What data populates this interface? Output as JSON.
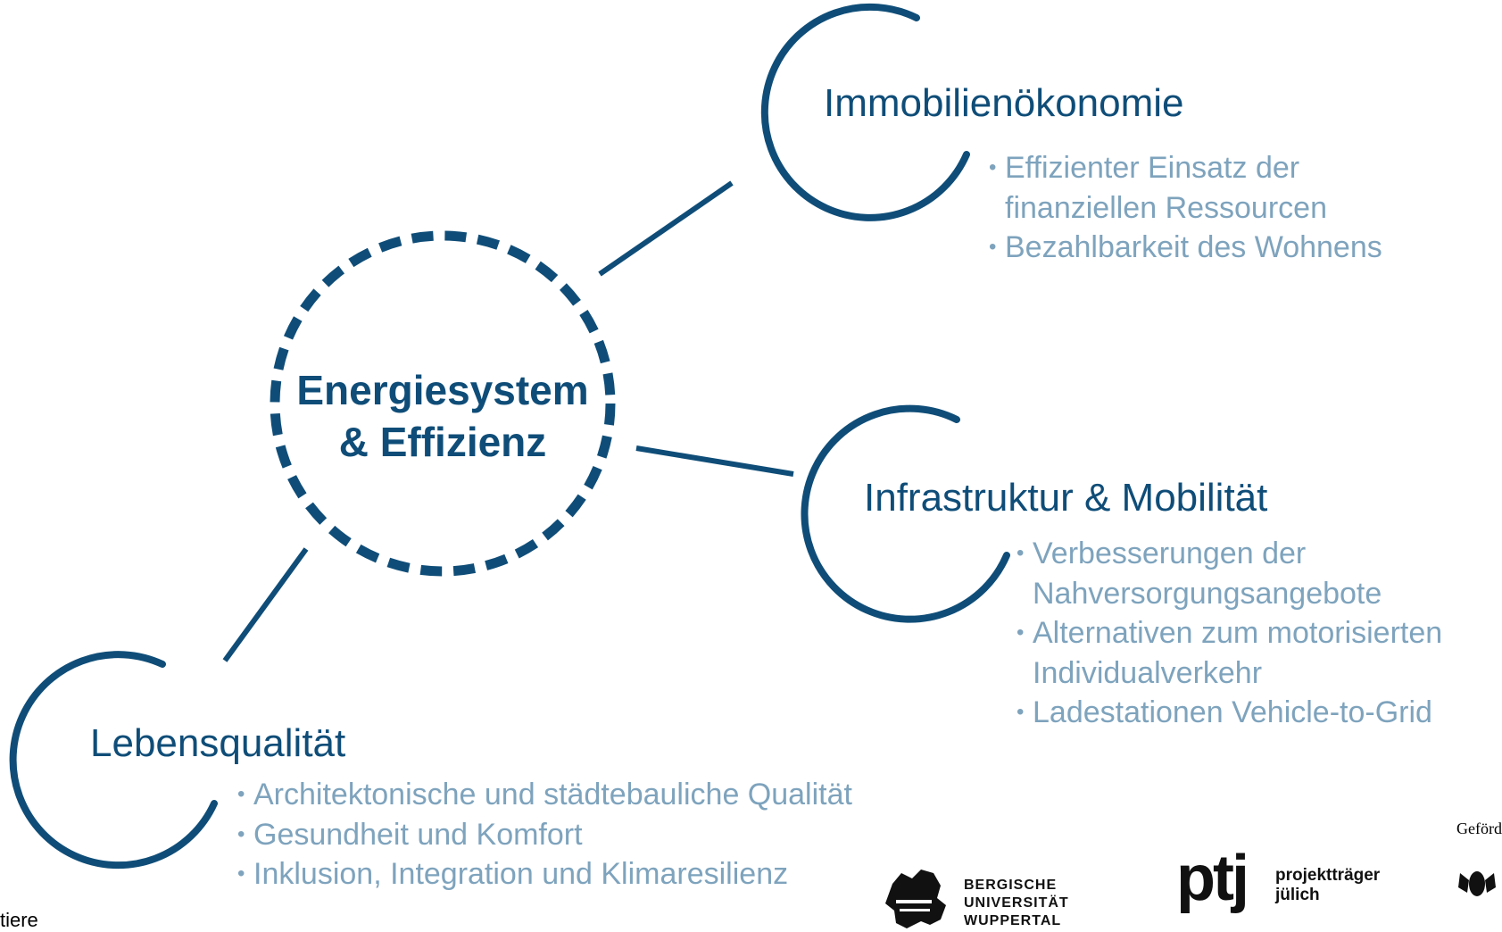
{
  "center": {
    "line1": "Energiesystem",
    "line2": "& Effizienz"
  },
  "nodes": {
    "immobilien": {
      "title": "Immobilienökonomie",
      "bullets": [
        "Effizienter Einsatz der finanziellen Ressourcen",
        "Bezahlbarkeit des Wohnens"
      ]
    },
    "infrastruktur": {
      "title": "Infrastruktur & Mobilität",
      "bullets": [
        "Verbesserungen der Nahversorgungsangebote",
        "Alternativen zum motorisierten Individualverkehr",
        "Ladestationen Vehicle-to-Grid"
      ]
    },
    "lebensqualitaet": {
      "title": "Lebensqualität",
      "bullets": [
        "Architektonische und städtebauliche Qualität",
        "Gesundheit und Komfort",
        "Inklusion, Integration und Klimaresilienz"
      ]
    }
  },
  "bullet_glyph": "•",
  "footer": {
    "left_fragment": "tiere",
    "buw": {
      "line1": "BERGISCHE",
      "line2": "UNIVERSITÄT",
      "line3": "WUPPERTAL"
    },
    "ptj": {
      "mark": "ptj",
      "line1": "projektträger",
      "line2": "jülich"
    },
    "funded": "Geförd"
  },
  "colors": {
    "dark_blue": "#0f4d78",
    "light_blue": "#7ea3bd"
  },
  "icons": {
    "bullet": "bullet-dot-icon",
    "buw_logo": "lion-crest-icon",
    "eagle": "federal-eagle-icon"
  }
}
